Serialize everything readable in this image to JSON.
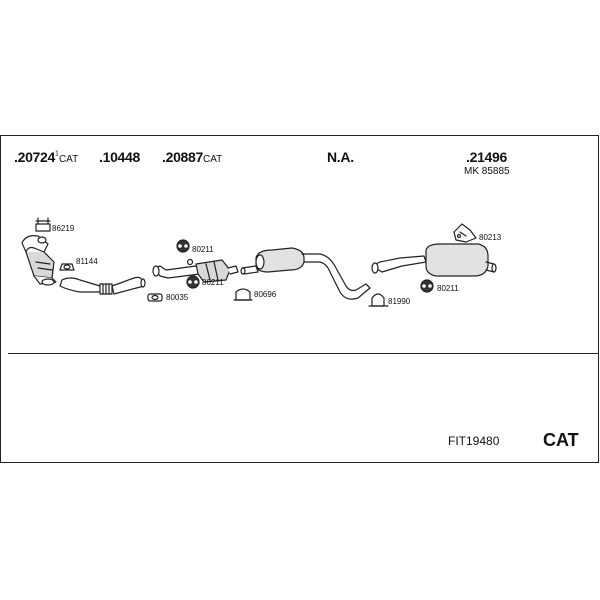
{
  "header": {
    "p1_num": ".20724",
    "p1_sup": "1",
    "p1_cat": "CAT",
    "p2_num": ".10448",
    "p3_num": ".20887",
    "p3_cat": "CAT",
    "p4_num": "N.A.",
    "p5_num": ".21496",
    "p5_mk": "MK 85885"
  },
  "labels": {
    "l86219": "86219",
    "l81144": "81144",
    "l80035": "80035",
    "l80211a": "80211",
    "l80211b": "80211",
    "l80696": "80696",
    "l81990": "81990",
    "l80213": "80213",
    "l80211c": "80211"
  },
  "footer": {
    "code": "FIT19480",
    "cat": "CAT"
  }
}
